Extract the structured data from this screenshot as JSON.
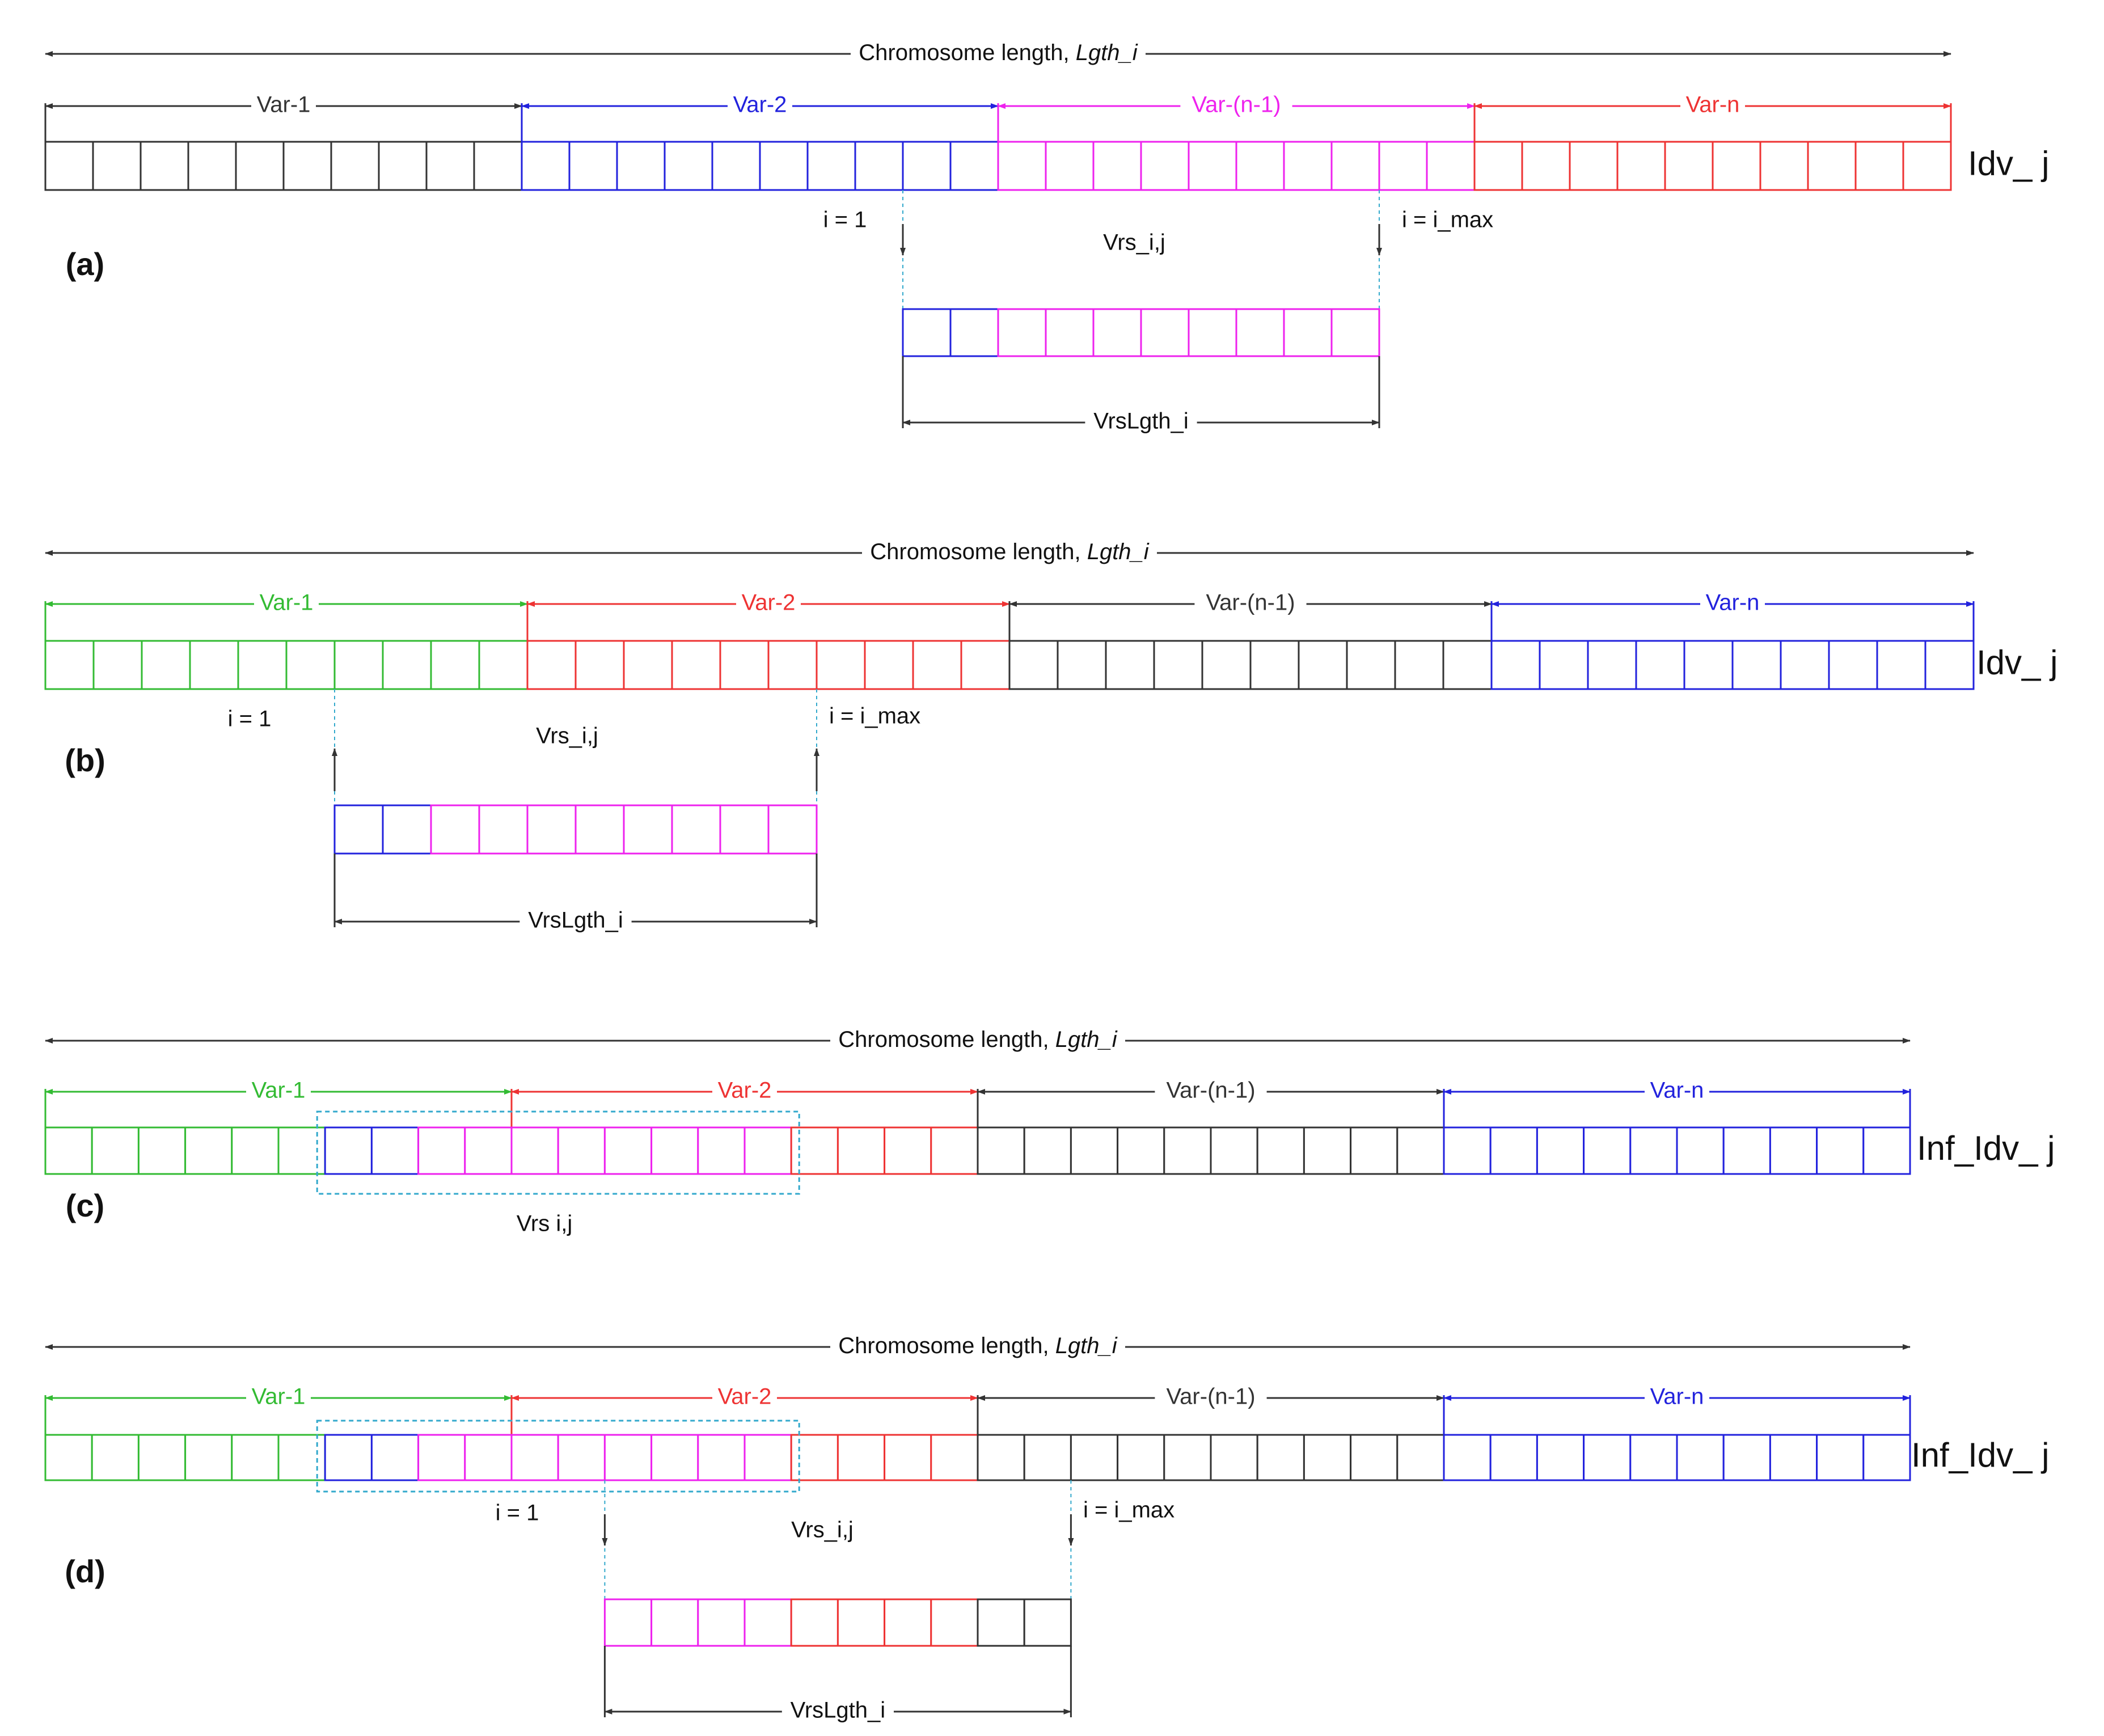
{
  "colors": {
    "black": "#333333",
    "blue": "#2222dd",
    "magenta": "#ee22ee",
    "red": "#ee3333",
    "green": "#33bb33",
    "dashed": "#33a9cc"
  },
  "panels": [
    {
      "id": "a",
      "panel_label": "(a)",
      "chromosome_label": "Chromosome length, ",
      "chromosome_label_italic": "Lgth_i",
      "row_label": "Idv_ j",
      "var_labels": [
        "Var-1",
        "Var-2",
        "Var-(n-1)",
        "Var-n"
      ],
      "var_colors": [
        "black",
        "blue",
        "magenta",
        "red"
      ],
      "cells_per_var": 10,
      "subset_label": "Vrs_i,j",
      "start_label": "i = 1",
      "end_label": "i = i_max",
      "length_label": "VrsLgth_i",
      "sub_cell_colors": [
        "blue",
        "blue",
        "magenta",
        "magenta",
        "magenta",
        "magenta",
        "magenta",
        "magenta",
        "magenta",
        "magenta"
      ]
    },
    {
      "id": "b",
      "panel_label": "(b)",
      "chromosome_label": "Chromosome length, ",
      "chromosome_label_italic": "Lgth_i",
      "row_label": "Idv_ j",
      "var_labels": [
        "Var-1",
        "Var-2",
        "Var-(n-1)",
        "Var-n"
      ],
      "var_colors": [
        "green",
        "red",
        "black",
        "blue"
      ],
      "cells_per_var": 10,
      "subset_label": "Vrs_i,j",
      "start_label": "i = 1",
      "end_label": "i = i_max",
      "length_label": "VrsLgth_i",
      "sub_cell_colors": [
        "blue",
        "blue",
        "magenta",
        "magenta",
        "magenta",
        "magenta",
        "magenta",
        "magenta",
        "magenta",
        "magenta"
      ]
    },
    {
      "id": "c",
      "panel_label": "(c)",
      "chromosome_label": "Chromosome length, ",
      "chromosome_label_italic": "Lgth_i",
      "row_label": "Inf_Idv_ j",
      "var_labels": [
        "Var-1",
        "Var-2",
        "Var-(n-1)",
        "Var-n"
      ],
      "var_colors": [
        "green",
        "red",
        "black",
        "blue"
      ],
      "cells_per_var": 10,
      "subset_label": "Vrs  i,j",
      "cell_colors": [
        "green",
        "green",
        "green",
        "green",
        "green",
        "green",
        "blue",
        "blue",
        "magenta",
        "magenta",
        "magenta",
        "magenta",
        "magenta",
        "magenta",
        "magenta",
        "magenta",
        "red",
        "red",
        "red",
        "red",
        "black",
        "black",
        "black",
        "black",
        "black",
        "black",
        "black",
        "black",
        "black",
        "black",
        "blue",
        "blue",
        "blue",
        "blue",
        "blue",
        "blue",
        "blue",
        "blue",
        "blue",
        "blue"
      ]
    },
    {
      "id": "d",
      "panel_label": "(d)",
      "chromosome_label": "Chromosome length, ",
      "chromosome_label_italic": "Lgth_i",
      "row_label": "Inf_Idv_ j",
      "var_labels": [
        "Var-1",
        "Var-2",
        "Var-(n-1)",
        "Var-n"
      ],
      "var_colors": [
        "green",
        "red",
        "black",
        "blue"
      ],
      "cells_per_var": 10,
      "subset_label": "Vrs_i,j",
      "start_label": "i = 1",
      "end_label": "i = i_max",
      "length_label": "VrsLgth_i",
      "cell_colors": [
        "green",
        "green",
        "green",
        "green",
        "green",
        "green",
        "blue",
        "blue",
        "magenta",
        "magenta",
        "magenta",
        "magenta",
        "magenta",
        "magenta",
        "magenta",
        "magenta",
        "red",
        "red",
        "red",
        "red",
        "black",
        "black",
        "black",
        "black",
        "black",
        "black",
        "black",
        "black",
        "black",
        "black",
        "blue",
        "blue",
        "blue",
        "blue",
        "blue",
        "blue",
        "blue",
        "blue",
        "blue",
        "blue"
      ],
      "sub_cell_colors": [
        "magenta",
        "magenta",
        "magenta",
        "magenta",
        "red",
        "red",
        "red",
        "red",
        "black",
        "black"
      ]
    }
  ]
}
